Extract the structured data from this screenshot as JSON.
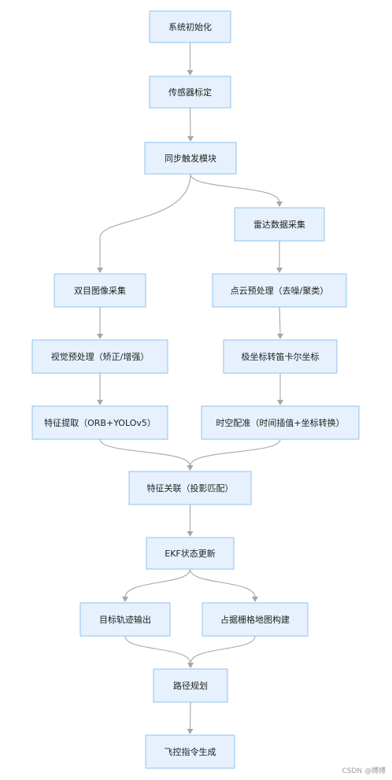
{
  "nodes": [
    {
      "id": "init",
      "label": "系统初始化"
    },
    {
      "id": "calib",
      "label": "传感器标定"
    },
    {
      "id": "sync",
      "label": "同步触发模块"
    },
    {
      "id": "radar",
      "label": "雷达数据采集"
    },
    {
      "id": "stereo",
      "label": "双目图像采集"
    },
    {
      "id": "pcpre",
      "label": "点云预处理（去噪/聚类）"
    },
    {
      "id": "vispre",
      "label": "视觉预处理（矫正/增强）"
    },
    {
      "id": "polar",
      "label": "极坐标转笛卡尔坐标"
    },
    {
      "id": "feat",
      "label": "特征提取（ORB+YOLOv5）"
    },
    {
      "id": "calign",
      "label": "时空配准（时间插值+坐标转换）"
    },
    {
      "id": "assoc",
      "label": "特征关联（投影匹配）"
    },
    {
      "id": "ekf",
      "label": "EKF状态更新"
    },
    {
      "id": "track",
      "label": "目标轨迹输出"
    },
    {
      "id": "grid",
      "label": "占据栅格地图构建"
    },
    {
      "id": "plan",
      "label": "路径规划"
    },
    {
      "id": "cmd",
      "label": "飞控指令生成"
    }
  ],
  "edges": [
    [
      "init",
      "calib"
    ],
    [
      "calib",
      "sync"
    ],
    [
      "sync",
      "radar"
    ],
    [
      "sync",
      "stereo"
    ],
    [
      "radar",
      "pcpre"
    ],
    [
      "stereo",
      "vispre"
    ],
    [
      "pcpre",
      "polar"
    ],
    [
      "vispre",
      "feat"
    ],
    [
      "polar",
      "calign"
    ],
    [
      "feat",
      "assoc"
    ],
    [
      "calign",
      "assoc"
    ],
    [
      "assoc",
      "ekf"
    ],
    [
      "ekf",
      "track"
    ],
    [
      "ekf",
      "grid"
    ],
    [
      "track",
      "plan"
    ],
    [
      "grid",
      "plan"
    ],
    [
      "plan",
      "cmd"
    ]
  ],
  "watermark": "CSDN @搏搏"
}
